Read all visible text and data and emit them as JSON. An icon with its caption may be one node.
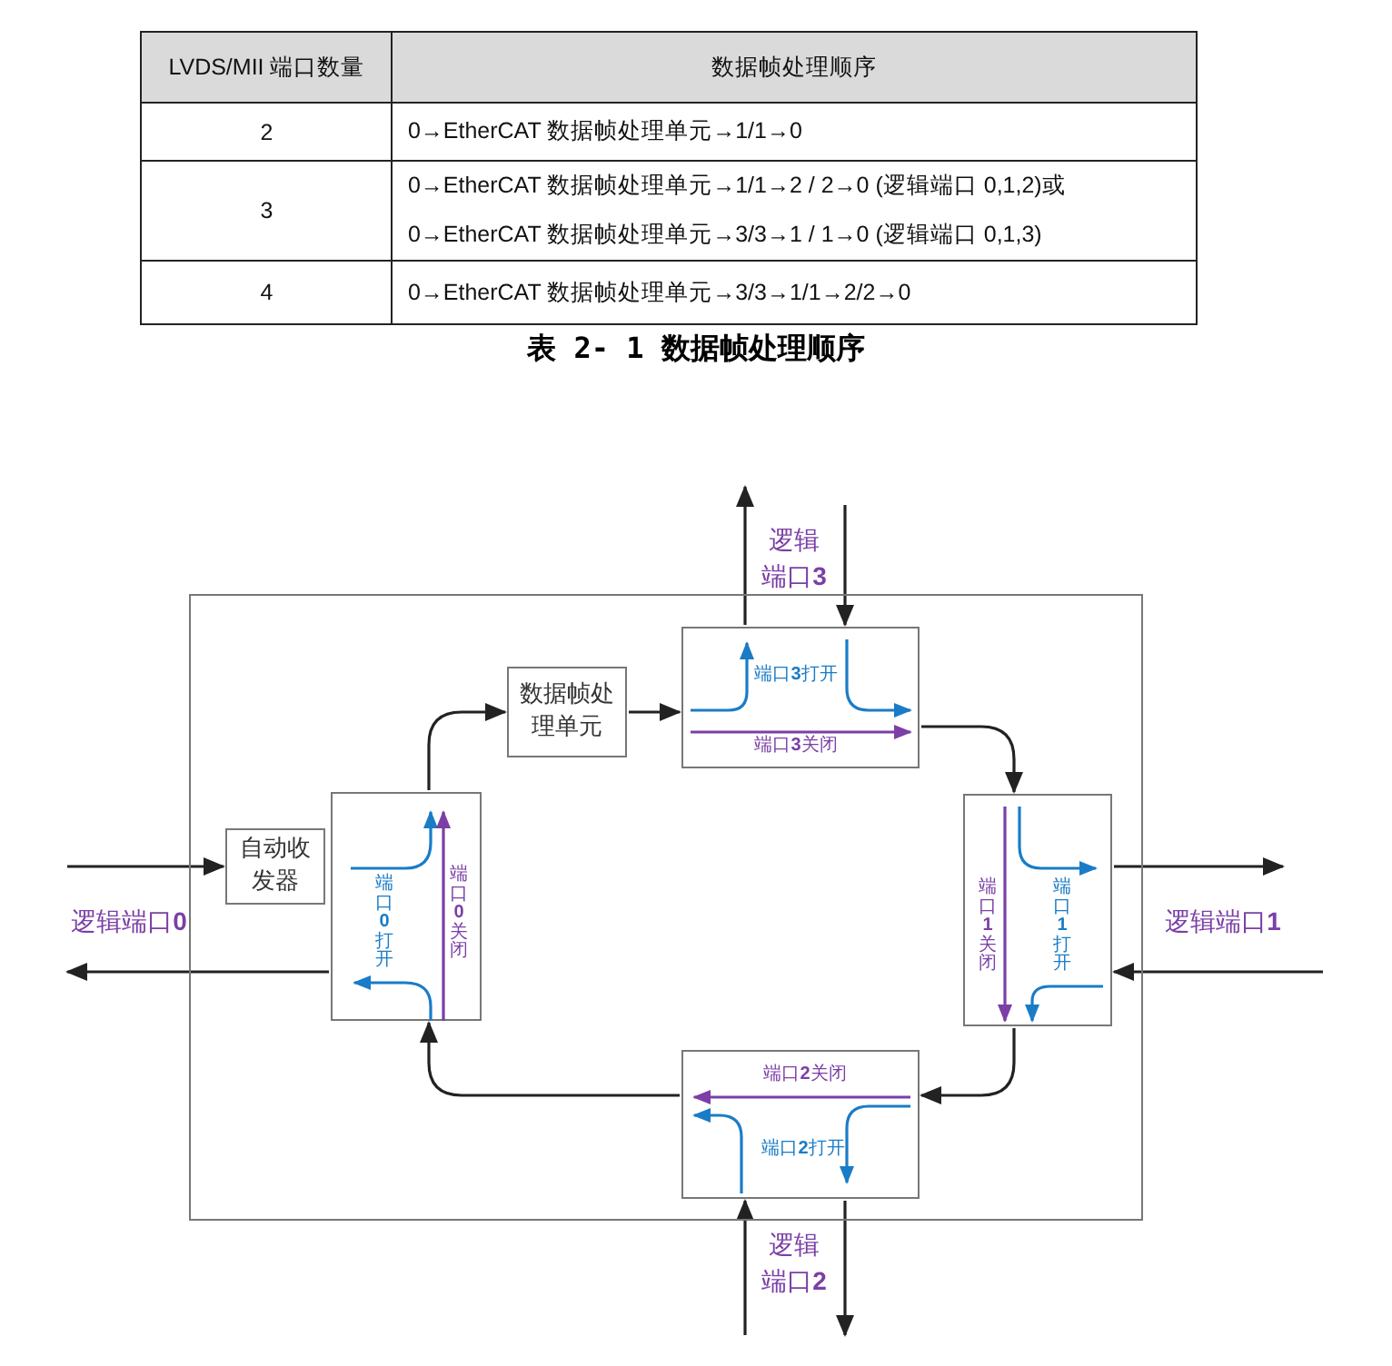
{
  "diagram": {
    "caption": "表 2- 1 数据帧处理顺序",
    "nodes": [
      {
        "text": [],
        "shape": "box"
      },
      {
        "text": [
          "自动收发器"
        ],
        "in": 0
      },
      {
        "text": [
          "端口**0**打开",
          "端口**0**关闭"
        ],
        "in": 0
      },
      {
        "text": [
          "数据帧处理单元"
        ],
        "in": 0
      },
      {
        "text": [
          "端口**3**打开",
          "端口**3**关闭"
        ],
        "in": 0
      },
      {
        "text": [
          "端口**1**关闭",
          "端口**1**打开"
        ],
        "in": 0
      },
      {
        "text": [
          "端口**2**关闭",
          "端口**2**打开"
        ],
        "in": 0
      }
    ],
    "edges": [
      {
        "from": null,
        "to": 1,
        "arrow": "to"
      },
      {
        "from": 2,
        "to": null,
        "arrow": "to"
      },
      {
        "from": 2,
        "to": 3,
        "arrow": "to"
      },
      {
        "from": 3,
        "to": 4,
        "arrow": "to"
      },
      {
        "from": 4,
        "to": null,
        "arrow": "to"
      },
      {
        "from": null,
        "to": 4,
        "arrow": "to"
      },
      {
        "from": 4,
        "to": 5,
        "arrow": "to"
      },
      {
        "from": 5,
        "to": null,
        "arrow": "to"
      },
      {
        "from": null,
        "to": 5,
        "arrow": "to"
      },
      {
        "from": 5,
        "to": 6,
        "arrow": "to"
      },
      {
        "from": 6,
        "to": 2,
        "arrow": "to"
      },
      {
        "from": null,
        "to": 6,
        "arrow": "to"
      },
      {
        "from": 6,
        "to": null,
        "arrow": "to"
      }
    ],
    "labels": [
      "LVDS/MII 端口数量",
      "数据帧处理顺序",
      "2",
      "0→EtherCAT 数据帧处理单元→1/1→0",
      "3",
      "0→EtherCAT 数据帧处理单元→1/1→2 / 2→0 (逻辑端口 0,1,2)或 0→EtherCAT 数据帧处理单元→3/3→1 / 1→0 (逻辑端口 0,1,3)",
      "4",
      "0→EtherCAT 数据帧处理单元→3/3→1/1→2/2→0",
      "逻辑端口**0**",
      "逻辑端口**3**",
      "逻辑端口**1**",
      "逻辑端口**2**"
    ]
  }
}
